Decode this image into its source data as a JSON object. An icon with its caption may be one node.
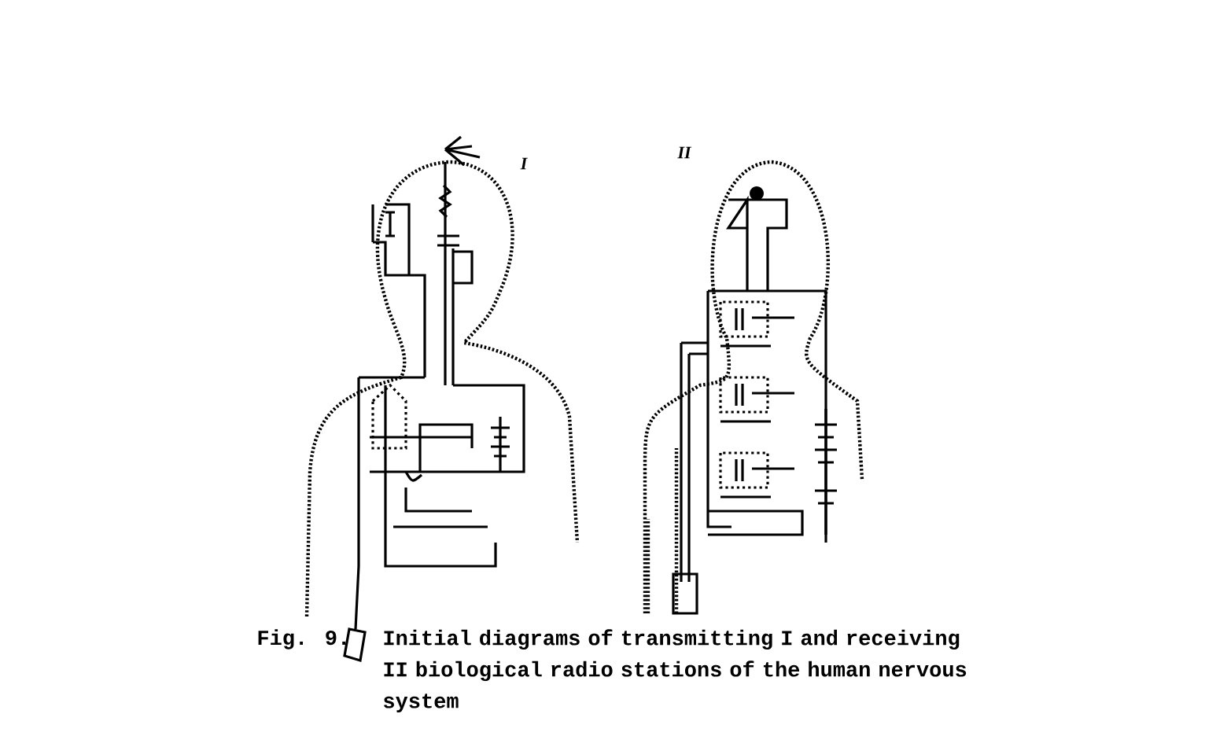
{
  "diagram": {
    "caption": "Initial diagrams of transmitting I and receiving II biological radio stations of the human nervous system",
    "labels": [
      "I",
      "II",
      "Fig. 9."
    ]
  }
}
